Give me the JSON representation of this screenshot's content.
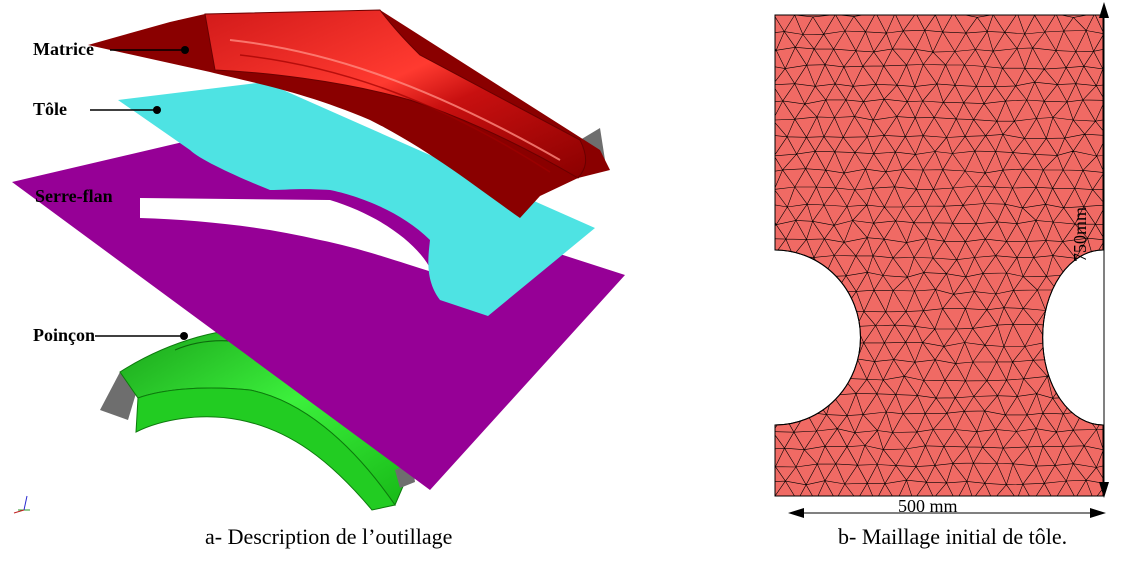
{
  "figure_a": {
    "labels": {
      "matrice": "Matrice",
      "tole": "Tôle",
      "serre_flan": "Serre-flan",
      "poincon": "Poinçon"
    },
    "caption": "a- Description de l’outillage",
    "colors": {
      "matrice": "#cc1010",
      "tole": "#4ee3e3",
      "serre_flan": "#960096",
      "poincon": "#22cc22",
      "tool_side": "#6e6e6e"
    }
  },
  "figure_b": {
    "caption": "b- Maillage initial de tôle.",
    "width_label": "500 mm",
    "height_label": "750mm",
    "colors": {
      "sheet_fill": "#f06a64",
      "mesh_line": "#000000"
    }
  }
}
